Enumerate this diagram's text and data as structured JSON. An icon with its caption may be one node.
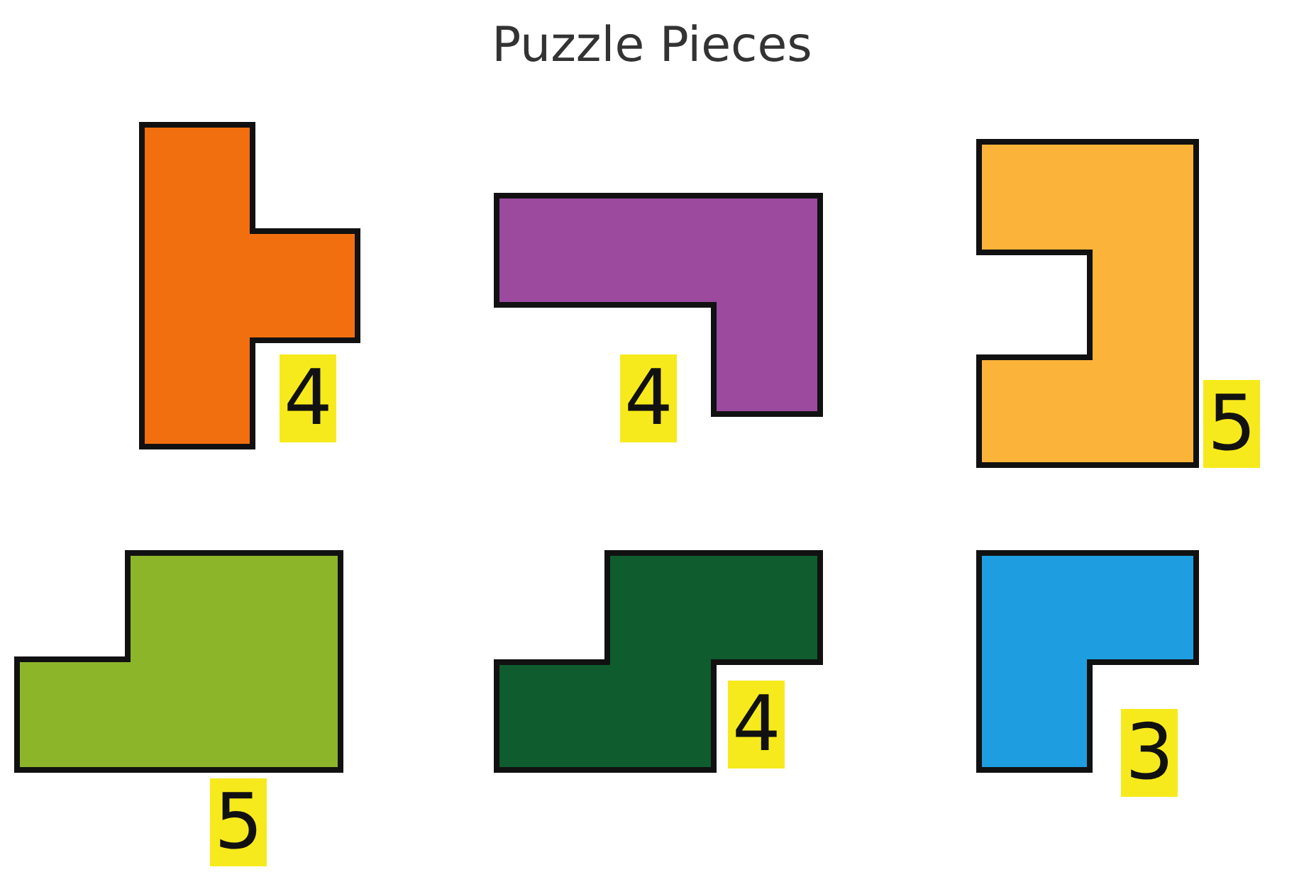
{
  "diagram": {
    "title": "Puzzle Pieces",
    "nodes": [
      {
        "text": [],
        "shape": "polygon",
        "beside": [
          "4"
        ]
      },
      {
        "text": [],
        "shape": "polygon",
        "beside": [
          "4"
        ]
      },
      {
        "text": [],
        "shape": "polygon",
        "beside": [
          "5"
        ]
      },
      {
        "text": [],
        "shape": "polygon",
        "beside": [
          "5"
        ]
      },
      {
        "text": [],
        "shape": "polygon",
        "beside": [
          "4"
        ]
      },
      {
        "text": [],
        "shape": "polygon",
        "beside": [
          "3"
        ]
      }
    ]
  }
}
